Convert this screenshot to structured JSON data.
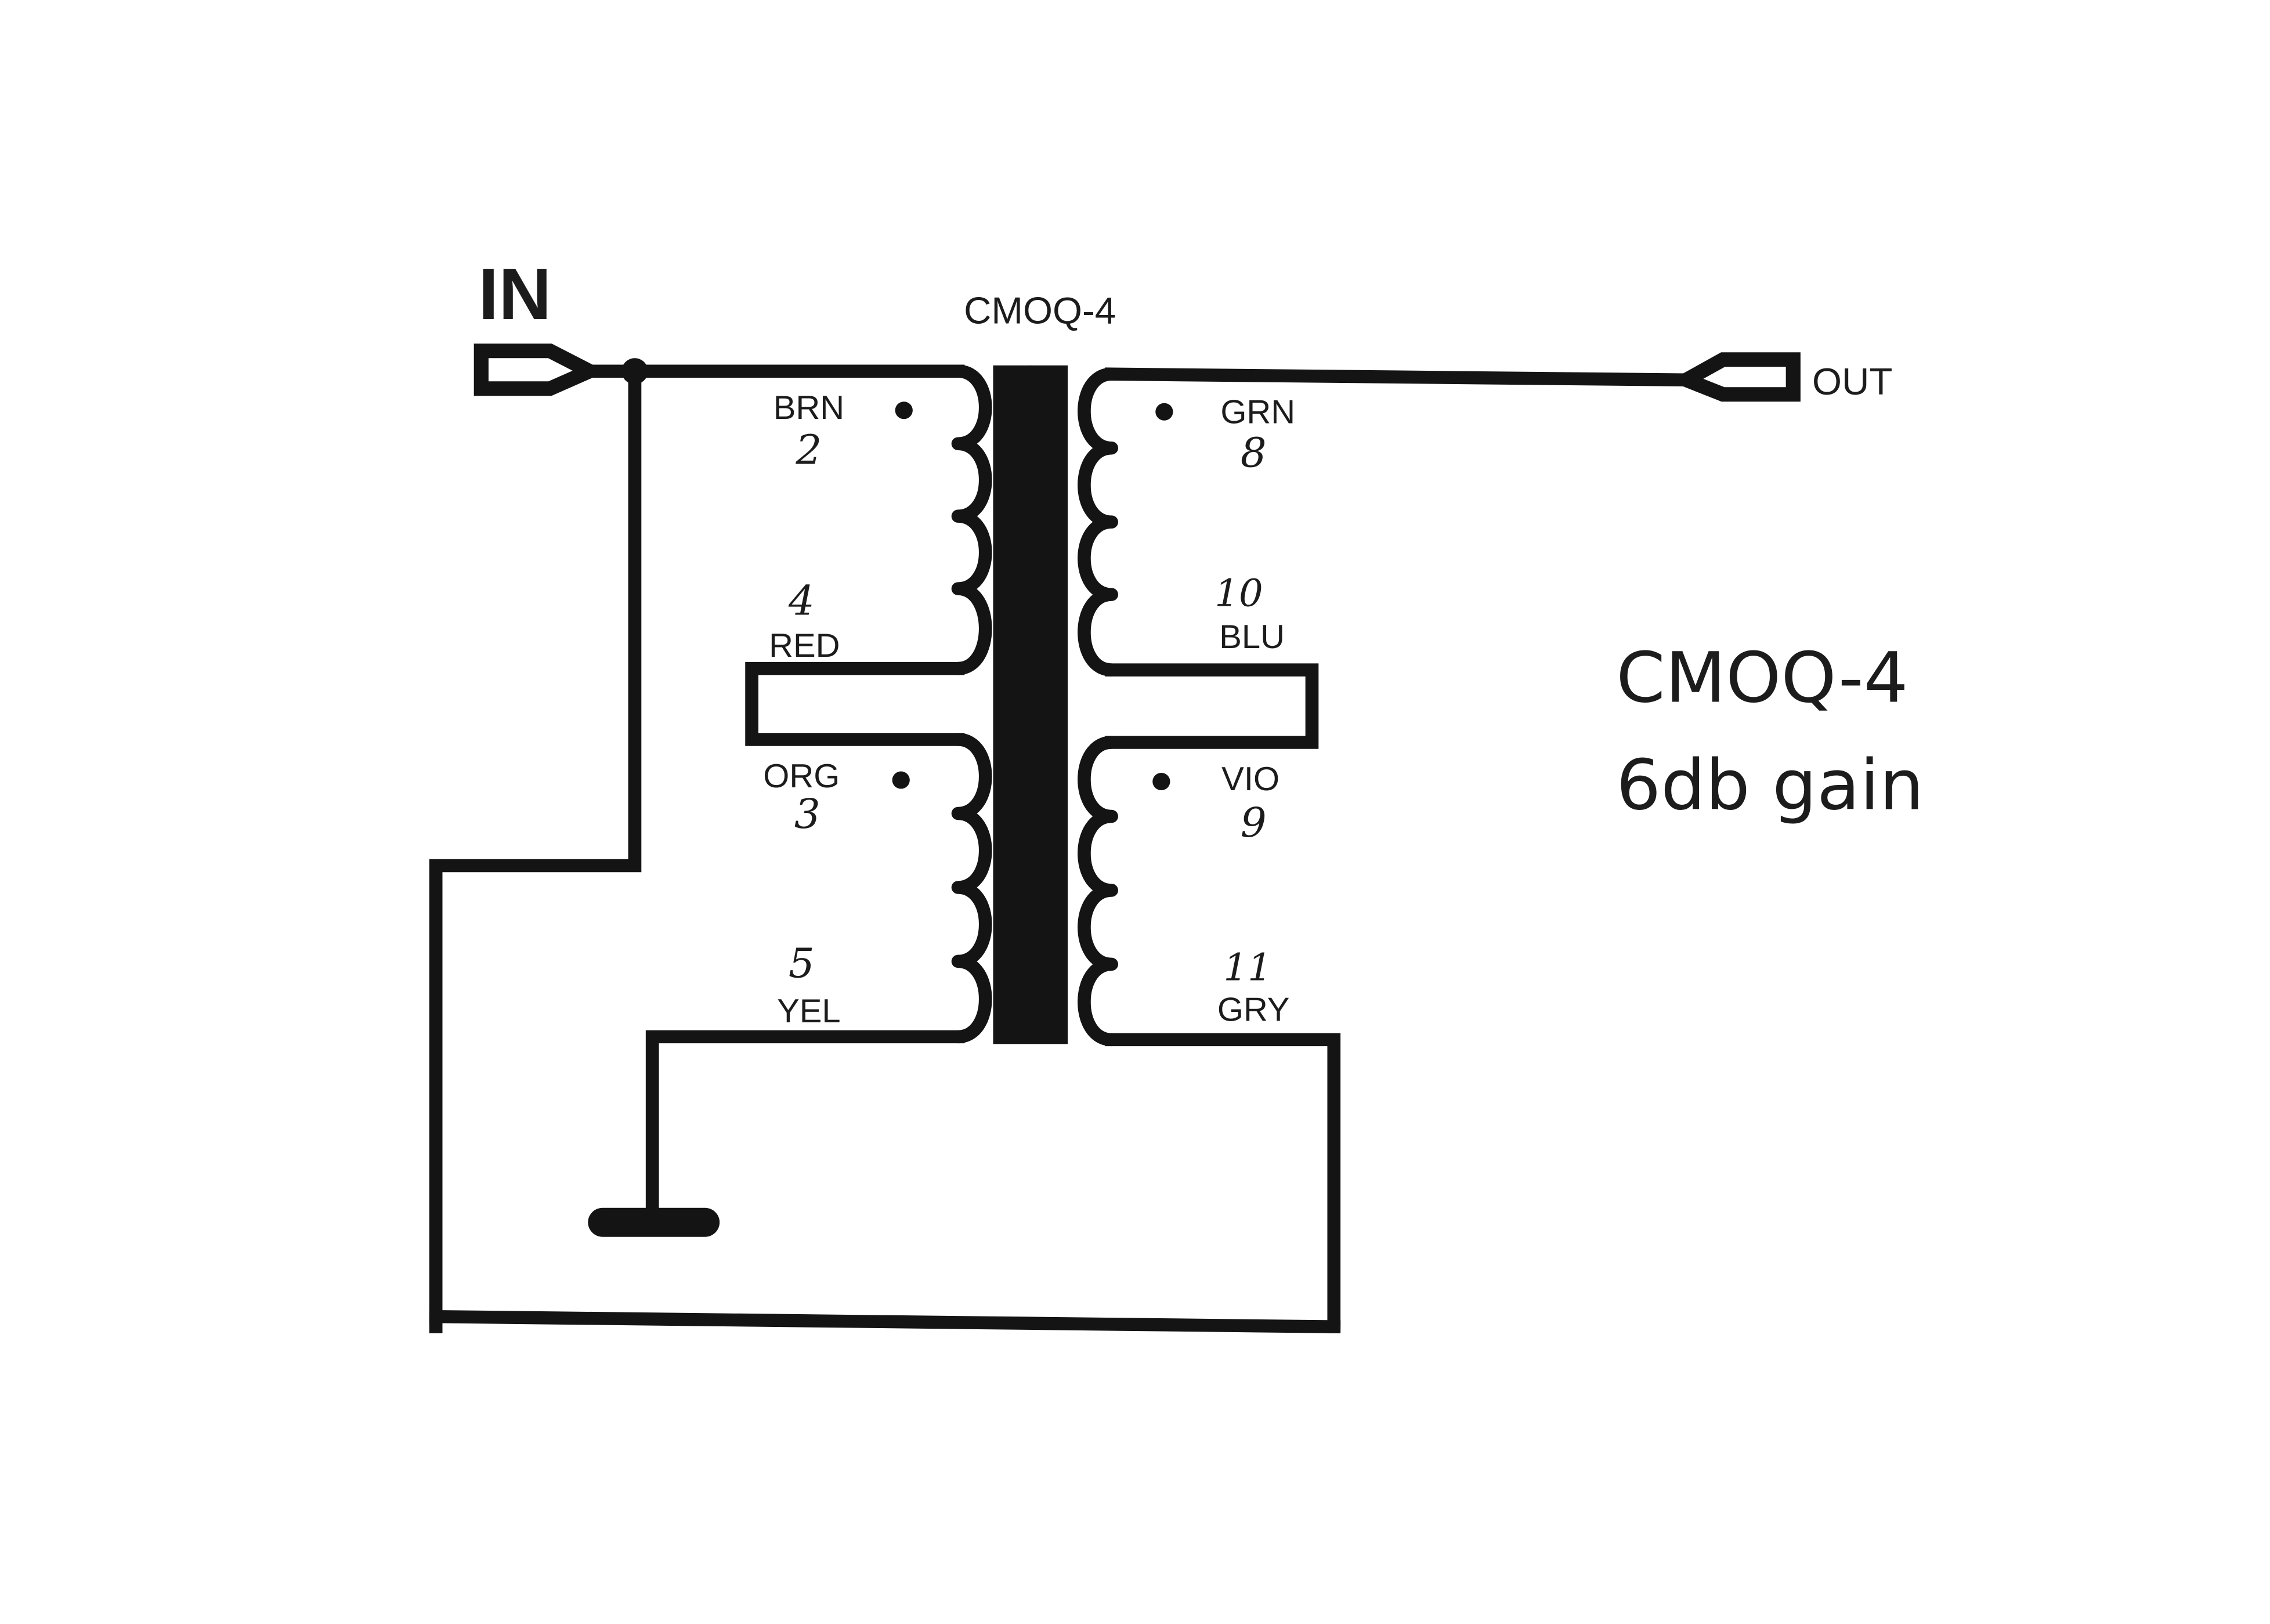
{
  "diagram": {
    "transformer_name": "CMOQ-4",
    "input_label": "IN",
    "output_label": "OUT",
    "primary_windings": [
      {
        "start_color": "BRN",
        "start_pin": "2",
        "end_pin": "4",
        "end_color": "RED"
      },
      {
        "start_color": "ORG",
        "start_pin": "3",
        "end_pin": "5",
        "end_color": "YEL"
      }
    ],
    "secondary_windings": [
      {
        "start_color": "GRN",
        "start_pin": "8",
        "end_pin": "10",
        "end_color": "BLU"
      },
      {
        "start_color": "VIO",
        "start_pin": "9",
        "end_pin": "11",
        "end_color": "GRY"
      }
    ],
    "caption_title": "CMOQ-4",
    "caption_subtitle": "6db gain"
  },
  "colors": {
    "ink": "#141414",
    "background": "#ffffff"
  }
}
